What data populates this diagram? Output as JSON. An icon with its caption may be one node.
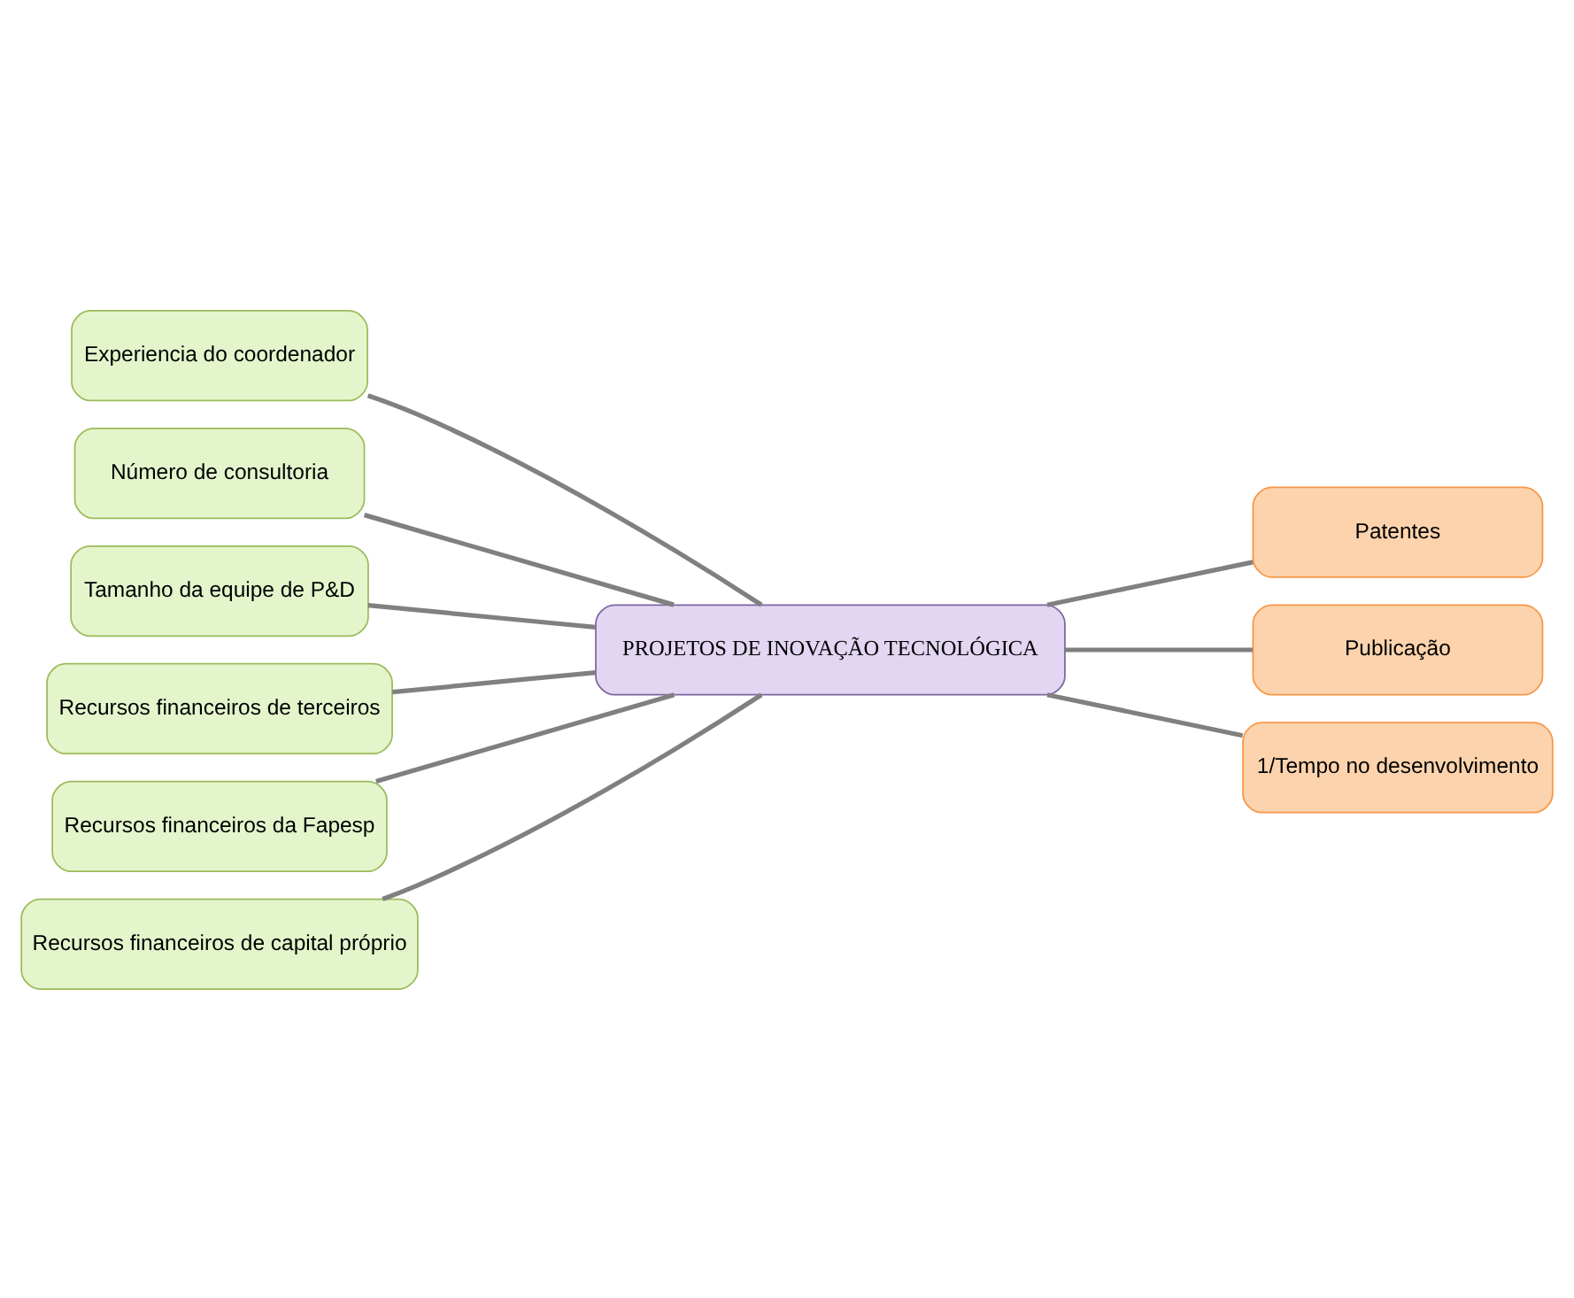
{
  "diagram": {
    "nodes": [
      {
        "text": [
          "Experiencia do coordenador"
        ]
      },
      {
        "text": [
          "Número de consultoria"
        ]
      },
      {
        "text": [
          "Tamanho da equipe de P&D"
        ]
      },
      {
        "text": [
          "Recursos financeiros de terceiros"
        ]
      },
      {
        "text": [
          "Recursos financeiros da Fapesp"
        ]
      },
      {
        "text": [
          "Recursos financeiros de capital próprio"
        ]
      },
      {
        "text": [
          "PROJETOS DE INOVAÇÃO TECNOLÓGICA"
        ]
      },
      {
        "text": [
          "Patentes"
        ]
      },
      {
        "text": [
          "Publicação"
        ]
      },
      {
        "text": [
          "1/Tempo no desenvolvimento"
        ]
      }
    ],
    "edges": [
      {
        "from": 0,
        "to": 6,
        "arrow": "none"
      },
      {
        "from": 1,
        "to": 6,
        "arrow": "none"
      },
      {
        "from": 2,
        "to": 6,
        "arrow": "none"
      },
      {
        "from": 3,
        "to": 6,
        "arrow": "none"
      },
      {
        "from": 4,
        "to": 6,
        "arrow": "none"
      },
      {
        "from": 5,
        "to": 6,
        "arrow": "none"
      },
      {
        "from": 6,
        "to": 7,
        "arrow": "none"
      },
      {
        "from": 6,
        "to": 8,
        "arrow": "none"
      },
      {
        "from": 6,
        "to": 9,
        "arrow": "none"
      }
    ]
  }
}
